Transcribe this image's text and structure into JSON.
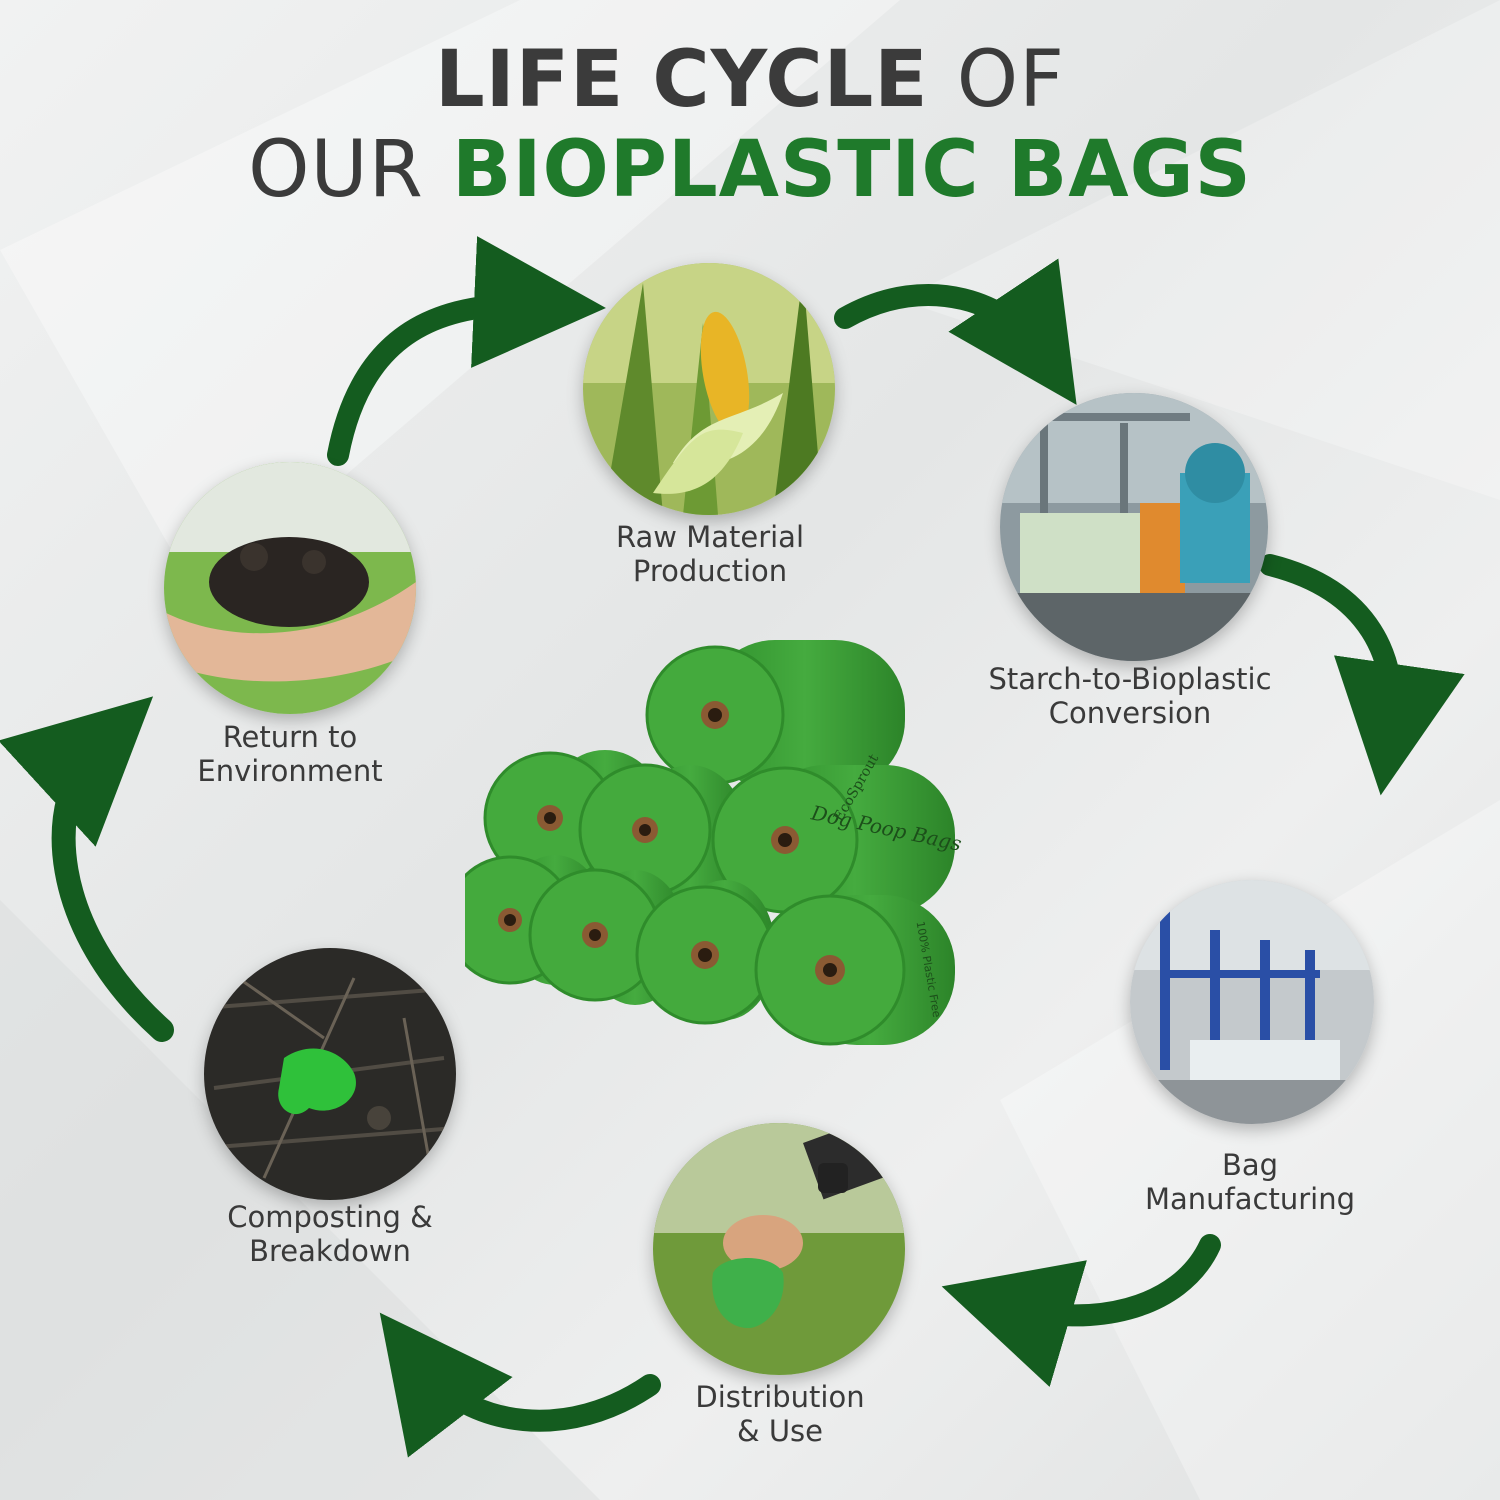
{
  "title": {
    "line1_bold": "LIFE CYCLE",
    "line1_light": "OF",
    "line2_light": "OUR",
    "line2_bold": "BIOPLASTIC BAGS"
  },
  "stages": {
    "raw_material": {
      "line1": "Raw Material",
      "line2": "Production"
    },
    "conversion": {
      "line1": "Starch-to-Bioplastic",
      "line2": "Conversion"
    },
    "manufacturing": {
      "line1": "Bag",
      "line2": "Manufacturing"
    },
    "distribution": {
      "line1": "Distribution",
      "line2": "& Use"
    },
    "composting": {
      "line1": "Composting &",
      "line2": "Breakdown"
    },
    "return": {
      "line1": "Return to",
      "line2": "Environment"
    }
  },
  "product": {
    "brand": "EcoSprout",
    "tagline": "100% Plastic Free",
    "roll_text": "Dog Poop Bags"
  },
  "colors": {
    "title_dark": "#3b3b3b",
    "title_green": "#1f7a2b",
    "arrow": "#145c1f",
    "roll_green": "#3fa43a"
  }
}
